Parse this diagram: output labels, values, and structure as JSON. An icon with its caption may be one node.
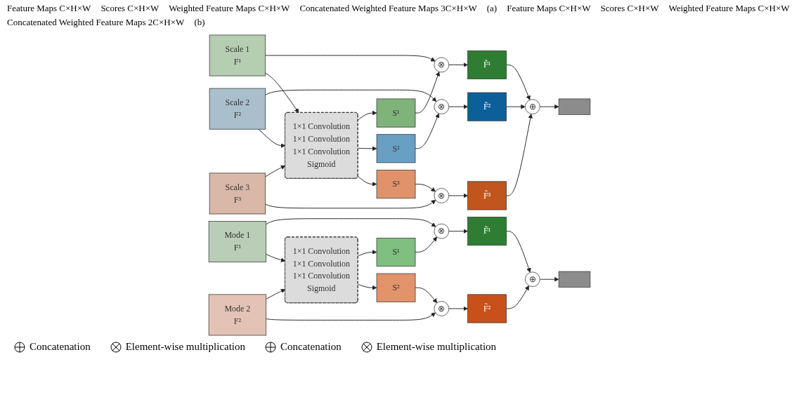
{
  "diagram": {
    "nodes": [
      {
        "text": [
          "Scale 1",
          "F¹"
        ]
      },
      {
        "text": [
          "Scale 2",
          "F²"
        ]
      },
      {
        "text": [
          "Scale 3",
          "F³"
        ]
      },
      {
        "text": [
          "1×1 Convolution",
          "1×1 Convolution",
          "1×1 Convolution",
          "Sigmoid"
        ]
      },
      {
        "text": [
          "S¹"
        ]
      },
      {
        "text": [
          "S²"
        ]
      },
      {
        "text": [
          "S³"
        ]
      },
      {
        "text": [
          "⊗"
        ]
      },
      {
        "text": [
          "⊗"
        ]
      },
      {
        "text": [
          "⊗"
        ]
      },
      {
        "text": [
          "F̃¹"
        ]
      },
      {
        "text": [
          "F̃²"
        ]
      },
      {
        "text": [
          "F̃³"
        ]
      },
      {
        "text": [
          "⊕"
        ]
      },
      {
        "text": [],
        "shape": "box"
      },
      {
        "text": [
          "Mode 1",
          "F¹"
        ]
      },
      {
        "text": [
          "Mode 2",
          "F²"
        ]
      },
      {
        "text": [
          "1×1 Convolution",
          "1×1 Convolution",
          "1×1 Convolution",
          "Sigmoid"
        ]
      },
      {
        "text": [
          "S¹"
        ]
      },
      {
        "text": [
          "S²"
        ]
      },
      {
        "text": [
          "⊗"
        ]
      },
      {
        "text": [
          "⊗"
        ]
      },
      {
        "text": [
          "F̃¹"
        ]
      },
      {
        "text": [
          "F̃²"
        ]
      },
      {
        "text": [
          "⊕"
        ]
      },
      {
        "text": [],
        "shape": "box"
      }
    ],
    "edges": [
      {
        "from": 0,
        "to": 7,
        "arrow": "to"
      },
      {
        "from": 0,
        "to": 3,
        "arrow": "to"
      },
      {
        "from": 1,
        "to": 8,
        "arrow": "to"
      },
      {
        "from": 1,
        "to": 3,
        "arrow": "to"
      },
      {
        "from": 2,
        "to": 3,
        "arrow": "to"
      },
      {
        "from": 2,
        "to": 9,
        "arrow": "to"
      },
      {
        "from": 3,
        "to": 4,
        "arrow": "to"
      },
      {
        "from": 3,
        "to": 5,
        "arrow": "to"
      },
      {
        "from": 3,
        "to": 6,
        "arrow": "to"
      },
      {
        "from": 4,
        "to": 7,
        "arrow": "to"
      },
      {
        "from": 5,
        "to": 8,
        "arrow": "to"
      },
      {
        "from": 6,
        "to": 9,
        "arrow": "to"
      },
      {
        "from": 7,
        "to": 10,
        "arrow": "to"
      },
      {
        "from": 8,
        "to": 11,
        "arrow": "to"
      },
      {
        "from": 9,
        "to": 12,
        "arrow": "to"
      },
      {
        "from": 10,
        "to": 13,
        "arrow": "to"
      },
      {
        "from": 11,
        "to": 13,
        "arrow": "to"
      },
      {
        "from": 12,
        "to": 13,
        "arrow": "to"
      },
      {
        "from": 13,
        "to": 14,
        "arrow": "to"
      },
      {
        "from": 15,
        "to": 20,
        "arrow": "to"
      },
      {
        "from": 15,
        "to": 17,
        "arrow": "to"
      },
      {
        "from": 16,
        "to": 17,
        "arrow": "to"
      },
      {
        "from": 16,
        "to": 21,
        "arrow": "to"
      },
      {
        "from": 17,
        "to": 18,
        "arrow": "to"
      },
      {
        "from": 17,
        "to": 19,
        "arrow": "to"
      },
      {
        "from": 18,
        "to": 20,
        "arrow": "to"
      },
      {
        "from": 19,
        "to": 21,
        "arrow": "to"
      },
      {
        "from": 20,
        "to": 22,
        "arrow": "to"
      },
      {
        "from": 21,
        "to": 23,
        "arrow": "to"
      },
      {
        "from": 22,
        "to": 24,
        "arrow": "to"
      },
      {
        "from": 23,
        "to": 24,
        "arrow": "to"
      },
      {
        "from": 24,
        "to": 25,
        "arrow": "to"
      }
    ],
    "labels": [
      "Feature Maps C×H×W",
      "Scores C×H×W",
      "Weighted Feature Maps C×H×W",
      "Concatenated Weighted Feature Maps 3C×H×W",
      "(a)",
      "Feature Maps C×H×W",
      "Scores C×H×W",
      "Weighted Feature Maps C×H×W",
      "Concatenated Weighted Feature Maps 2C×H×W",
      "(b)"
    ],
    "legend": [
      {
        "text": "Concatenation"
      },
      {
        "text": "Element-wise multiplication"
      },
      {
        "text": "Concatenation"
      },
      {
        "text": "Element-wise multiplication"
      }
    ]
  }
}
